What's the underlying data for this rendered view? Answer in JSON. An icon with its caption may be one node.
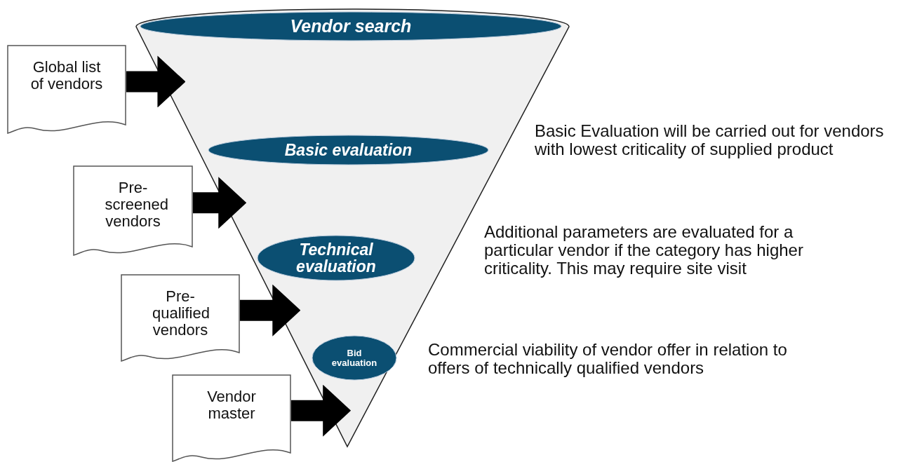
{
  "diagram": {
    "nodes": [
      {
        "text": [],
        "shape": "cone"
      },
      {
        "text": [
          "Vendor search"
        ],
        "in": 0
      },
      {
        "text": [
          "Basic evaluation"
        ],
        "in": 0
      },
      {
        "text": [
          "Technical evaluation"
        ],
        "in": 0
      },
      {
        "text": [
          "Bid evaluation"
        ],
        "in": 0
      },
      {
        "text": [
          "Global list of vendors"
        ]
      },
      {
        "text": [
          "Pre-screened vendors"
        ]
      },
      {
        "text": [
          "Pre-qualified vendors"
        ]
      },
      {
        "text": [
          "Vendor master"
        ]
      }
    ],
    "edges": [
      {
        "from": 5,
        "to": 0,
        "arrow": "to"
      },
      {
        "from": 6,
        "to": 0,
        "arrow": "to"
      },
      {
        "from": 7,
        "to": 0,
        "arrow": "to"
      },
      {
        "from": 8,
        "to": 0,
        "arrow": "to"
      }
    ],
    "labels": [
      "Basic Evaluation will be carried out for vendors with lowest criticality of supplied product",
      "Additional parameters are evaluated for a particular vendor if the category has higher criticality. This may require site visit",
      "Commercial viability of vendor offer in relation to offers of technically qualified vendors"
    ]
  }
}
